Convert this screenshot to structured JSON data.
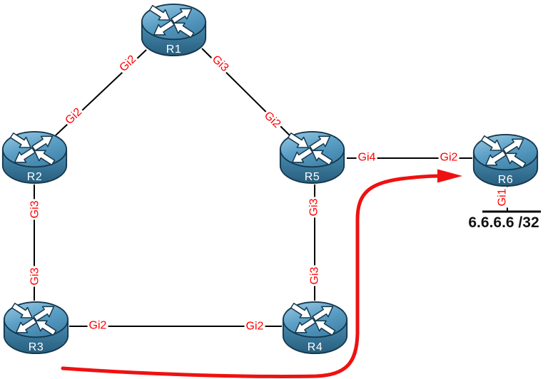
{
  "diagram_type": "network-topology",
  "routers": {
    "r1": "R1",
    "r2": "R2",
    "r3": "R3",
    "r4": "R4",
    "r5": "R5",
    "r6": "R6"
  },
  "interfaces": {
    "r1_r2": "Gi2",
    "r2_r1": "Gi2",
    "r1_r5": "Gi3",
    "r5_r1": "Gi2",
    "r2_r3": "Gi3",
    "r3_r2": "Gi3",
    "r5_r4": "Gi3",
    "r4_r5": "Gi3",
    "r3_r4": "Gi2",
    "r4_r3": "Gi2",
    "r5_r6": "Gi4",
    "r6_r5": "Gi2",
    "r6_lan": "Gi1"
  },
  "lan": {
    "prefix": "6.6.6.6 /32"
  },
  "colors": {
    "interface_label": "#ff0000",
    "link_line": "#000000",
    "highlight_arrow": "#ee1111",
    "router_top": "#5b9fc6",
    "router_body": "#33708f",
    "router_outline": "#16384e",
    "router_text": "#ffffff"
  }
}
